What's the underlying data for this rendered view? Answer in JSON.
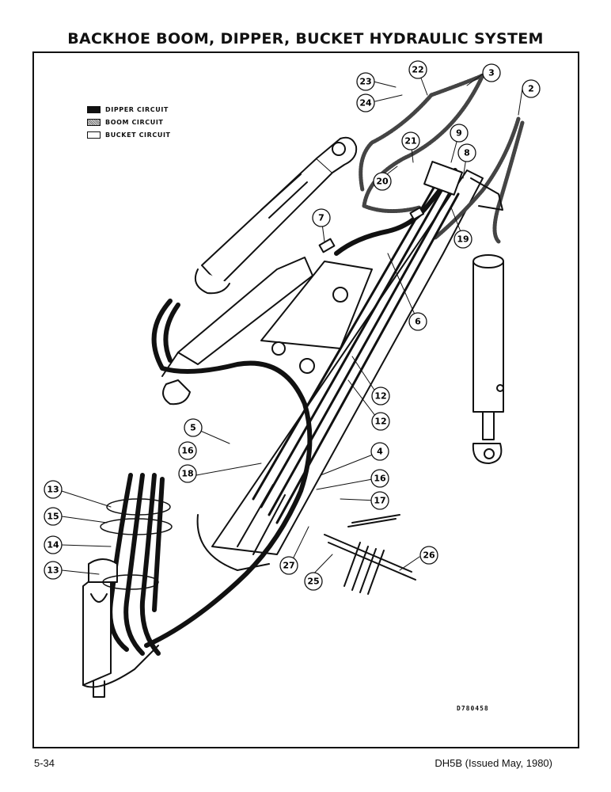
{
  "title": "BACKHOE BOOM, DIPPER, BUCKET HYDRAULIC SYSTEM",
  "legend": [
    {
      "label": "DIPPER CIRCUIT",
      "style": "solid-black"
    },
    {
      "label": "BOOM CIRCUIT",
      "style": "hatched-gray"
    },
    {
      "label": "BUCKET CIRCUIT",
      "style": "white"
    }
  ],
  "callouts": [
    "2",
    "3",
    "4",
    "5",
    "6",
    "7",
    "8",
    "9",
    "12",
    "12",
    "13",
    "13",
    "14",
    "15",
    "16",
    "16",
    "17",
    "18",
    "19",
    "20",
    "21",
    "22",
    "23",
    "24",
    "25",
    "26",
    "27"
  ],
  "drawing_code": "D780458",
  "footer": {
    "page_number": "5-34",
    "publication": "DH5B (Issued May, 1980)"
  },
  "colors": {
    "ink": "#111111",
    "paper": "#ffffff"
  }
}
